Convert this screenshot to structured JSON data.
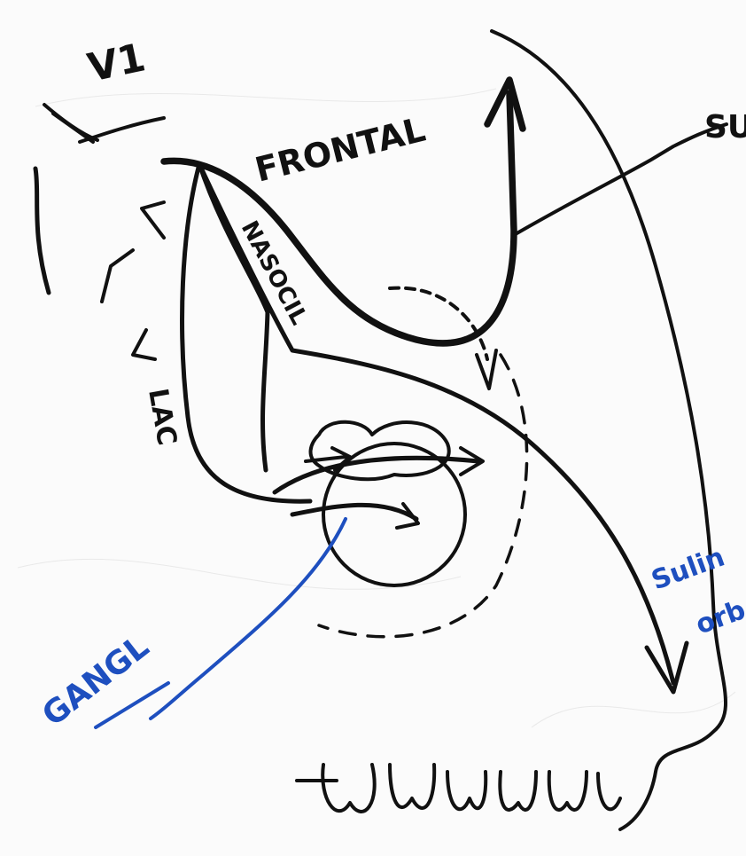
{
  "labels": {
    "top_left": "V1",
    "frontal": "FRONTAL",
    "nasociliary": "NASOCIL",
    "lacrimal": "LAC",
    "top_right_cut": "SU",
    "right_blue_line1": "Sulin",
    "right_blue_line2": "orb",
    "ganglion": "GANGL"
  },
  "colors": {
    "ink": "#111111",
    "blue_ink": "#1e4fbf",
    "paper": "#fbfbfb"
  }
}
